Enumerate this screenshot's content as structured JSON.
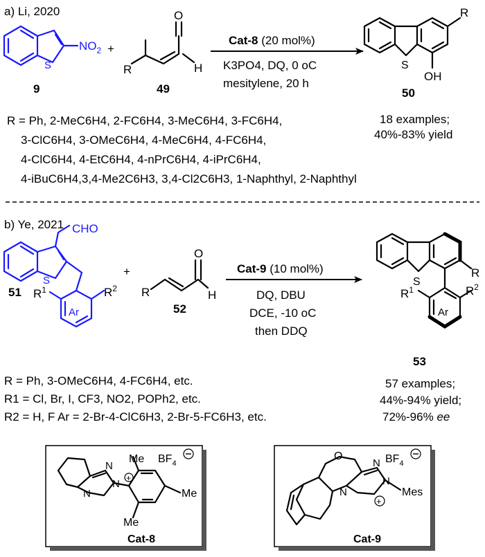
{
  "section_a": {
    "header": "a) Li, 2020",
    "compound_9": "9",
    "reagent_9_no2": "NO",
    "reagent_9_no2_sub": "2",
    "reagent_9_s": "S",
    "plus": "+",
    "compound_49": "49",
    "r_49": "R",
    "o_49": "O",
    "h_49": "H",
    "catalyst": "Cat-8",
    "catalyst_loading": " (20 mol%)",
    "conditions_line2": "K3PO4, DQ, 0 oC",
    "conditions_line3": "mesitylene, 20 h",
    "compound_50": "50",
    "r_50": "R",
    "s_50": "S",
    "oh_50": "OH",
    "examples": "18 examples;",
    "yield": "40%-83% yield",
    "r_list_line1": "R = Ph, 2-MeC6H4, 2-FC6H4, 3-MeC6H4, 3-FC6H4,",
    "r_list_line2": "3-ClC6H4, 3-OMeC6H4, 4-MeC6H4, 4-FC6H4,",
    "r_list_line3": "4-ClC6H4, 4-EtC6H4, 4-nPrC6H4, 4-iPrC6H4,",
    "r_list_line4": "4-iBuC6H4,3,4-Me2C6H3, 3,4-Cl2C6H3, 1-Naphthyl, 2-Naphthyl"
  },
  "section_b": {
    "header": "b) Ye, 2021",
    "cho": "CHO",
    "s_51": "S",
    "r1_51": "R",
    "r2_51": "R",
    "ar_51": "Ar",
    "compound_51": "51",
    "plus": "+",
    "r_52": "R",
    "o_52": "O",
    "h_52": "H",
    "compound_52": "52",
    "catalyst": "Cat-9",
    "catalyst_loading": " (10 mol%)",
    "conditions_line2": "DQ, DBU",
    "conditions_line3": "DCE, -10 oC",
    "conditions_line4": "then DDQ",
    "s_53": "S",
    "r_53": "R",
    "r1_53": "R",
    "r2_53": "R",
    "ar_53": "Ar",
    "compound_53": "53",
    "examples": "57 examples;",
    "yield": "44%-94% yield;",
    "ee_value": "72%-96% ",
    "ee_label": "ee",
    "r_def": "R  = Ph, 3-OMeC6H4, 4-FC6H4, etc.",
    "r1_def": "R1 = Cl, Br, I, CF3, NO2, POPh2, etc.",
    "r2_def": "R2 = H, F   Ar = 2-Br-4-ClC6H3, 2-Br-5-FC6H3, etc."
  },
  "catalysts": {
    "cat8_label": "Cat-8",
    "cat8_me_top": "Me",
    "cat8_me_right": "Me",
    "cat8_me_bottom": "Me",
    "cat8_bf4": "BF",
    "cat8_n": "N",
    "cat9_label": "Cat-9",
    "cat9_bf4": "BF",
    "cat9_o": "O",
    "cat9_mes": "Mes",
    "cat9_n": "N"
  }
}
